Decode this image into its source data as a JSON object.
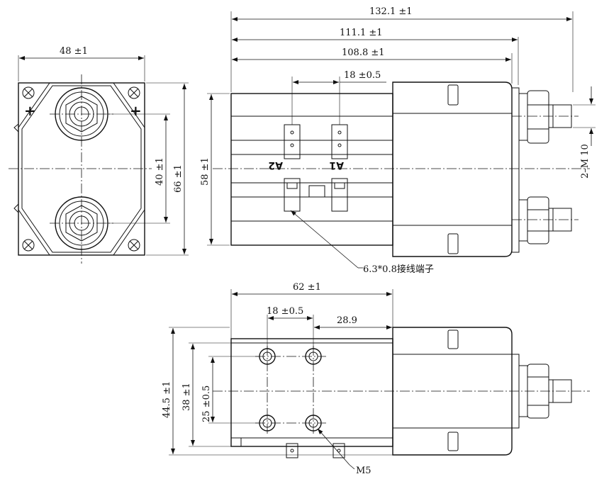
{
  "dimensions": {
    "top_width": "48 ±1",
    "hole_spacing": "40 ±1",
    "top_height": "66 ±1",
    "overall_length": "132.1 ±1",
    "length_2": "111.1 ±1",
    "length_3": "108.8 ±1",
    "terminal_spacing": "18 ±0.5",
    "body_height": "58 ±1",
    "thread": "2–M 10",
    "body_length": "62 ±1",
    "hole_spacing_x": "18 ±0.5",
    "offset": "28.9",
    "height_1": "44.5 ±1",
    "height_2": "38 ±1",
    "height_3": "25 ±0.5"
  },
  "labels": {
    "terminal_a1": "A1",
    "terminal_a2": "A2",
    "terminal_note": "6.3*0.8接线端子",
    "bolt_note": "M5",
    "plus_sign": "+"
  }
}
